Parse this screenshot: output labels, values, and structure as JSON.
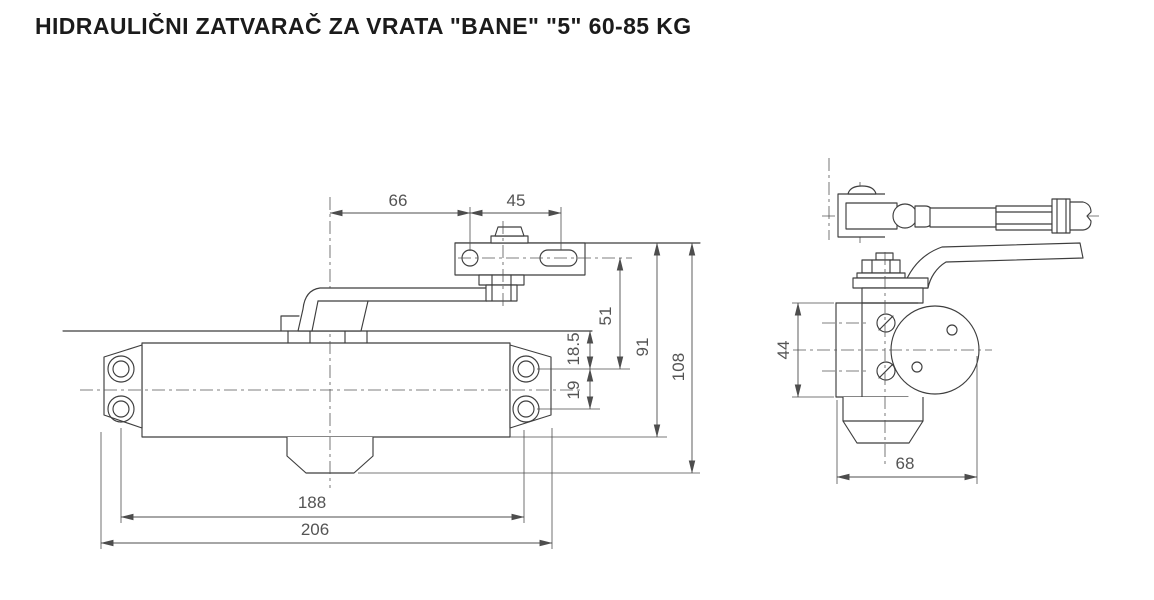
{
  "title": "HIDRAULIČNI ZATVARAČ ZA VRATA \"BANE\" \"5\" 60-85 KG",
  "left_view_dims": {
    "d66": "66",
    "d45": "45",
    "d51": "51",
    "d91": "91",
    "d108": "108",
    "d18_5": "18.5",
    "d19": "19",
    "d188": "188",
    "d206": "206"
  },
  "right_view_dims": {
    "d44": "44",
    "d68": "68"
  }
}
